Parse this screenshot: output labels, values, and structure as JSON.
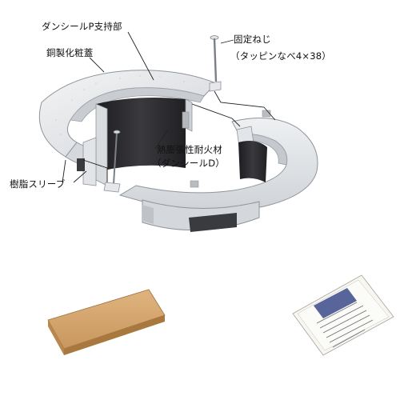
{
  "labels": {
    "seal_p_support": "ダンシールP支持部",
    "copper_cover": "銅製化粧蓋",
    "fixing_screw": "固定ねじ",
    "fixing_screw_spec": "（タッピンなべ4×38）",
    "fire_material": "熱膨張性耐火材",
    "fire_material_name": "（ダンシールD）",
    "resin_sleeve": "樹脂スリーブ"
  },
  "label_card": {
    "line1": "",
    "line2": ""
  },
  "colors": {
    "metal_light": "#e9eaec",
    "metal_mid": "#cfd2d6",
    "metal_dark": "#9ea3a9",
    "fire_material": "#2b2b2d",
    "board": "#d5a56e",
    "label_panel": "#3b4a8a"
  }
}
